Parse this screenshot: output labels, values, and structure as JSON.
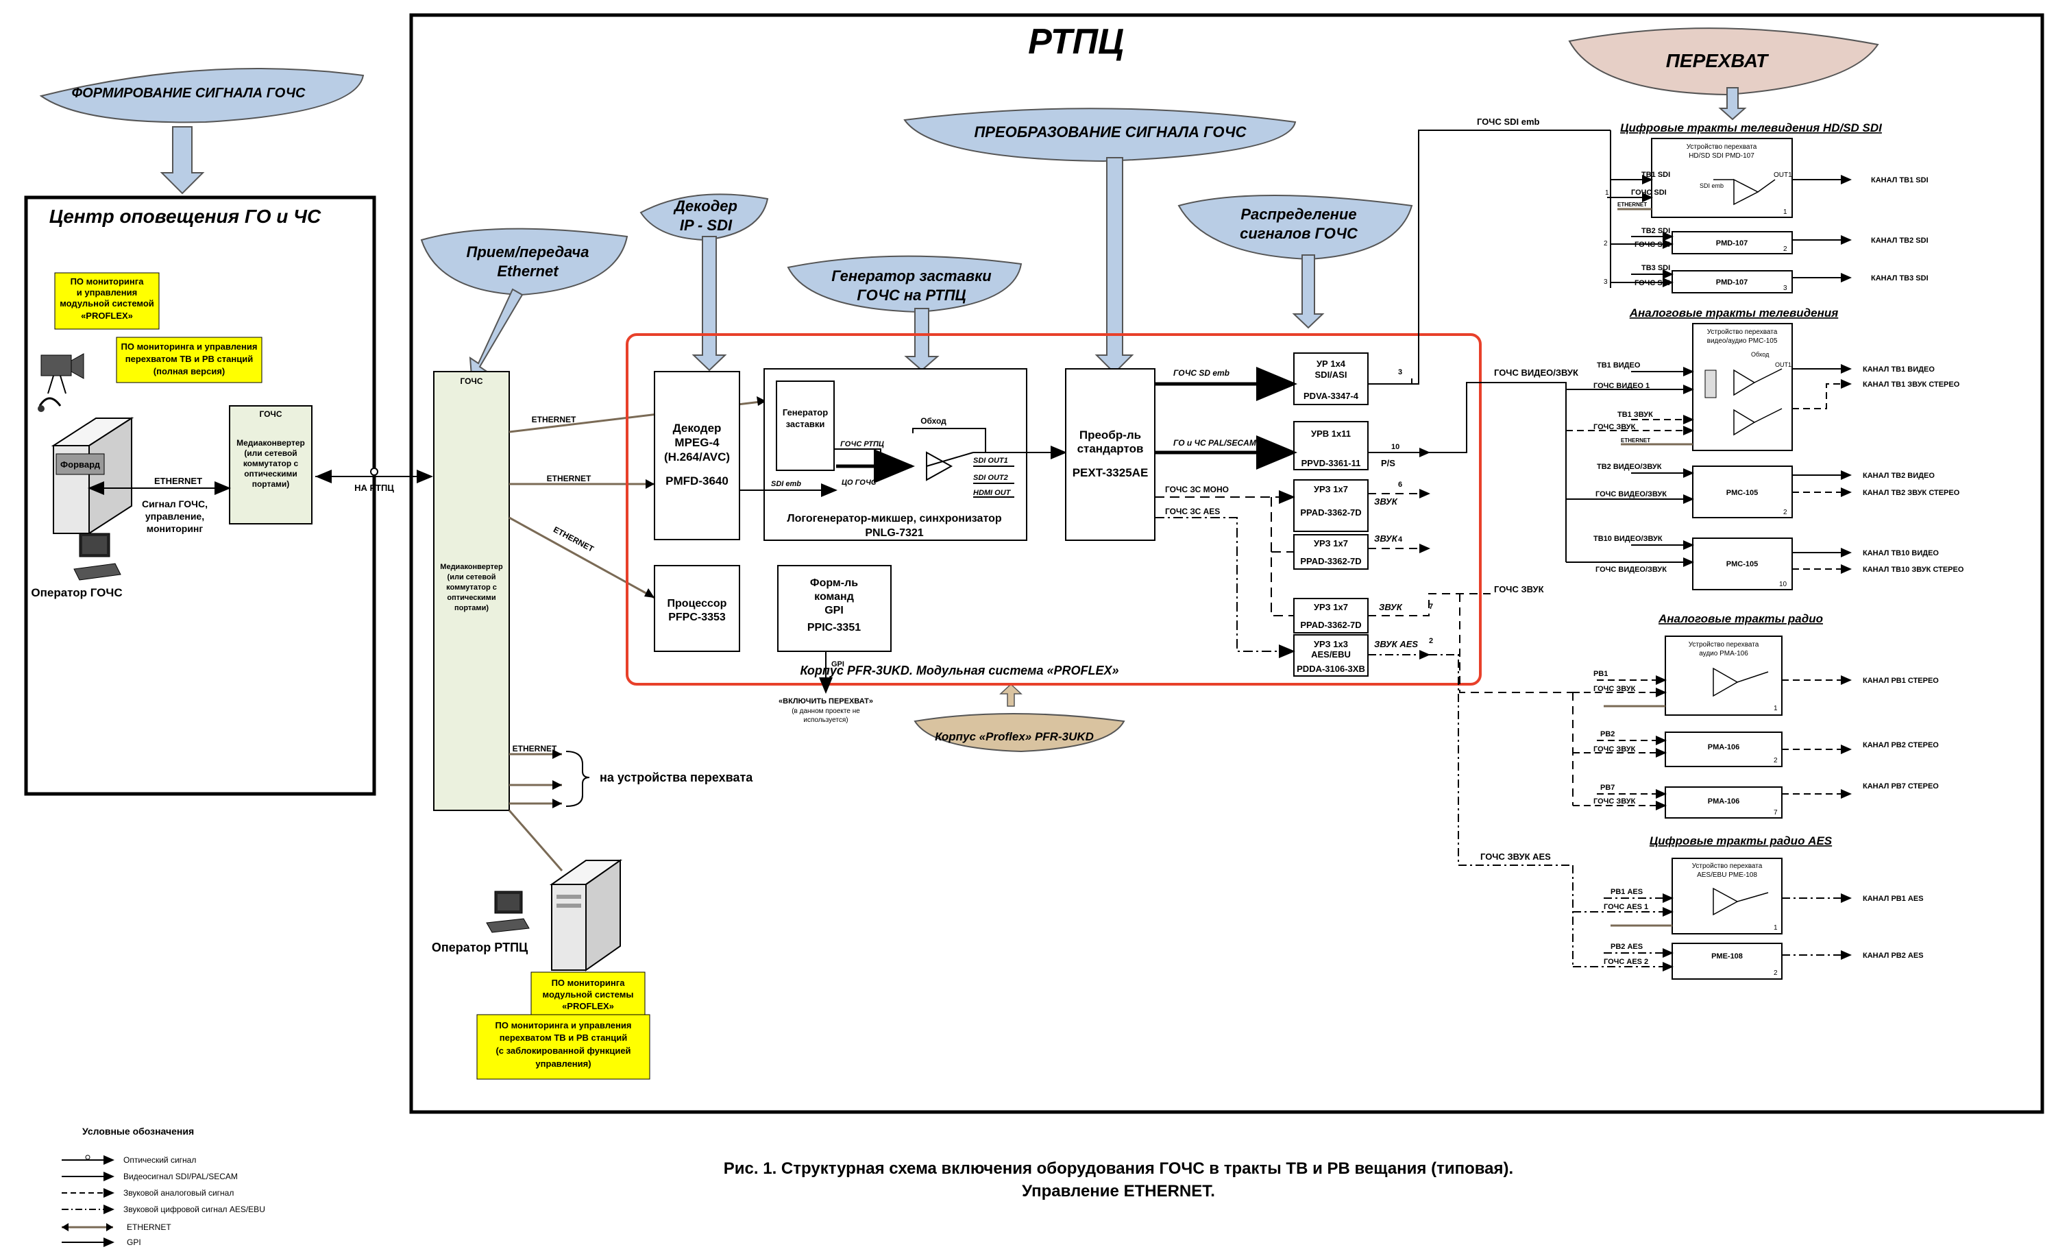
{
  "frames": {
    "rtpc_title": "РТПЦ",
    "center_title": "Центр оповещения ГО и ЧС"
  },
  "clouds": {
    "form_signal": "ФОРМИРОВАНИЕ СИГНАЛА ГОЧС",
    "perehvat": "ПЕРЕХВАТ",
    "preobr_signal": "ПРЕОБРАЗОВАНИЕ СИГНАЛА ГОЧС",
    "dekoder_l1": "Декодер",
    "dekoder_l2": "IP - SDI",
    "priem_l1": "Прием/передача",
    "priem_l2": "Ethernet",
    "generator_l1": "Генератор заставки",
    "generator_l2": "ГОЧС на РТПЦ",
    "raspred_l1": "Распределение",
    "raspred_l2": "сигналов ГОЧС",
    "korpus": "Корпус «Proflex» PFR-3UKD"
  },
  "center": {
    "po_mon_l1": "ПО мониторинга",
    "po_mon_l2": "и управления",
    "po_mon_l3": "модульной системой",
    "po_mon_l4": "«PROFLEX»",
    "po_upr_l1": "ПО  мониторинга и управления",
    "po_upr_l2": "перехватом ТВ и РВ станций",
    "po_upr_l3": "(полная версия)",
    "gochs_label": "ГОЧС",
    "media_l1": "Медиаконвертер",
    "media_l2": "(или сетевой",
    "media_l3": "коммутатор с",
    "media_l4": "оптическими",
    "media_l5": "портами)",
    "forward": "Форвард",
    "ethernet": "ETHERNET",
    "signal_l1": "Сигнал ГОЧС,",
    "signal_l2": "управление,",
    "signal_l3": "мониторинг",
    "operator": "Оператор ГОЧС",
    "na_rtpc": "НА РТПЦ"
  },
  "rtpc": {
    "gochs_label": "ГОЧС",
    "media_l1": "Медиаконвертер",
    "media_l2": "(или сетевой",
    "media_l3": "коммутатор с",
    "media_l4": "оптическими",
    "media_l5": "портами)",
    "eth1": "ETHERNET",
    "eth2": "ETHERNET",
    "eth3": "ETHERNET",
    "eth4": "ETHERNET",
    "na_ustr": "на устройства перехвата",
    "operator": "Оператор РТПЦ",
    "po_mon_l1": "ПО мониторинга",
    "po_mon_l2": "модульной системы",
    "po_mon_l3": "«PROFLEX»",
    "po_upr_l1": "ПО   мониторинга и управления",
    "po_upr_l2": "перехватом ТВ и РВ станций",
    "po_upr_l3": "(с заблокированной функцией",
    "po_upr_l4": "управления)"
  },
  "proflex": {
    "dekoder_l1": "Декодер",
    "dekoder_l2": "MPEG-4",
    "dekoder_l3": "(H.264/AVC)",
    "dekoder_l4": "PMFD-3640",
    "gen_l1": "Генератор",
    "gen_l2": "заставки",
    "obhod": "Обход",
    "gochs_rtpc": "ГОЧС  РТПЦ",
    "sdi_out1": "SDI OUT1",
    "sdi_out2": "SDI OUT2",
    "hdmi_out": "HDMI OUT",
    "sdi_emb": "SDI emb",
    "co_gochs": "ЦО ГОЧС",
    "logo_l1": "Логогенератор-микшер, синхронизатор",
    "logo_l2": "PNLG-7321",
    "preobr_l1": "Преобр-ль",
    "preobr_l2": "стандартов",
    "preobr_l3": "PEXT-3325AE",
    "proc_l1": "Процессор",
    "proc_l2": "PFPC-3353",
    "gpi_l1": "Форм-ль",
    "gpi_l2": "команд",
    "gpi_l3": "GPI",
    "gpi_l4": "PPIC-3351",
    "gpi": "GPI",
    "vkl_l1": "«ВКЛЮЧИТЬ ПЕРЕХВАТ»",
    "vkl_l2": "(в данном проекте не",
    "vkl_l3": "используется)",
    "korpus_caption": "Корпус PFR-3UKD. Модульная система «PROFLEX»",
    "gochs_sd_emb": "ГОЧС  SD emb",
    "go_chs_pal": "ГО и ЧС  PAL/SECAM",
    "gochs_zs_mono": "ГОЧС   ЗС МОНО",
    "gochs_zs_aes": "ГОЧС   ЗС AES",
    "ur_l1": "УР 1x4",
    "ur_l2": "SDI/ASI",
    "ur_l3": "PDVA-3347-4",
    "urv_l1": "УРВ 1x11",
    "urv_l2": "PPVD-3361-11",
    "urz1_l1": "УРЗ 1x7",
    "urz1_l2": "PPAD-3362-7D",
    "urz2_l1": "УРЗ 1x7",
    "urz2_l2": "PPAD-3362-7D",
    "urz3_l1": "УРЗ 1x7",
    "urz3_l2": "PPAD-3362-7D",
    "urz_aes_l1": "УРЗ 1x3",
    "urz_aes_l2": "AES/EBU",
    "urz_aes_l3": "PDDA-3106-3XB",
    "n3": "3",
    "ps": "P/S",
    "n10": "10",
    "zvuk1": "ЗВУК",
    "n6": "6",
    "zvuk2": "ЗВУК",
    "n4": "4",
    "zvuk3": "ЗВУК",
    "n7": "7",
    "zvuk_aes": "ЗВУК AES",
    "n2": "2"
  },
  "perehvat": {
    "gochs_sdi_emb": "ГОЧС SDI emb",
    "gochs_video_zvuk": "ГОЧС ВИДЕО/ЗВУК",
    "gochs_zvuk": "ГОЧС  ЗВУК",
    "gochs_zvuk_aes": "ГОЧС  ЗВУК AES",
    "hd_title": "Цифровые тракты телевидения HD/SD SDI",
    "hd_dev_l1": "Устройство перехвата",
    "hd_dev_l2": "HD/SD SDI  PMD-107",
    "tv1_sdi": "ТВ1 SDI",
    "gochs_sdi": "ГОЧС SDI",
    "sdi_emb_small": "SDI emb",
    "out1": "OUT1",
    "ethernet_small": "ETHERNET",
    "n1": "1",
    "kanal_tv1_sdi": "КАНАЛ ТВ1 SDI",
    "tv2_sdi": "ТВ2 SDI",
    "gochs_sdi2": "ГОЧС SDI",
    "pmd107_2": "PMD-107",
    "n2": "2",
    "kanal_tv2_sdi": "КАНАЛ ТВ2 SDI",
    "tv3_sdi": "ТВ3 SDI",
    "gochs_sdi3": "ГОЧС SDI",
    "pmd107_3": "PMD-107",
    "n3": "3",
    "kanal_tv3_sdi": "КАНАЛ ТВ3 SDI",
    "analog_tv_title": "Аналоговые тракты телевидения",
    "pmc_dev_l1": "Устройство перехвата",
    "pmc_dev_l2": "видео/аудио  PMC-105",
    "obhod": "Обход",
    "out1b": "OUT1",
    "tv1_video": "ТВ1 ВИДЕО",
    "gochs_video1": "ГОЧС ВИДЕО 1",
    "tv1_zvuk": "ТВ1 ЗВУК",
    "gochs_zvuk1": "ГОЧС ЗВУК",
    "ethernet_small2": "ETHERNET",
    "kanal_tv1_video": "КАНАЛ ТВ1 ВИДЕО",
    "kanal_tv1_zvuk": "КАНАЛ ТВ1 ЗВУК СТЕРЕО",
    "tv2_videozvuk": "ТВ2 ВИДЕО/ЗВУК",
    "gochs_videozvuk2": "ГОЧС ВИДЕО/ЗВУК",
    "pmc105_2": "PMC-105",
    "n2b": "2",
    "kanal_tv2_video": "КАНАЛ ТВ2 ВИДЕО",
    "kanal_tv2_zvuk": "КАНАЛ ТВ2 ЗВУК СТЕРЕО",
    "tv10_videozvuk": "ТВ10 ВИДЕО/ЗВУК",
    "gochs_videozvuk10": "ГОЧС ВИДЕО/ЗВУК",
    "pmc105_10": "PMC-105",
    "n10": "10",
    "kanal_tv10_video": "КАНАЛ ТВ10 ВИДЕО",
    "kanal_tv10_zvuk": "КАНАЛ ТВ10 ЗВУК СТЕРЕО",
    "analog_radio_title": "Аналоговые тракты радио",
    "pma_dev_l1": "Устройство перехвата",
    "pma_dev_l2": "аудио PMA-106",
    "rv1": "РВ1",
    "gochs_zvuk_r1": "ГОЧС  ЗВУК",
    "kanal_rv1": "КАНАЛ РВ1  СТЕРЕО",
    "rv2": "РВ2",
    "gochs_zvuk_r2": "ГОЧС  ЗВУК",
    "pma106_2": "PMA-106",
    "kanal_rv2": "КАНАЛ РВ2  СТЕРЕО",
    "rv7": "РВ7",
    "gochs_zvuk_r7": "ГОЧС  ЗВУК",
    "pma106_7": "PMA-106",
    "n7": "7",
    "kanal_rv7": "КАНАЛ РВ7  СТЕРЕО",
    "digital_radio_title": "Цифровые тракты радио AES",
    "pme_dev_l1": "Устройство перехвата",
    "pme_dev_l2": "AES/EBU PME-108",
    "rv1_aes": "РВ1  AES",
    "gochs_aes1": "ГОЧС AES 1",
    "kanal_rv1_aes": "КАНАЛ РВ1 AES",
    "rv2_aes": "РВ2 AES",
    "gochs_aes2": "ГОЧС AES 2",
    "pme108_2": "PME-108",
    "kanal_rv2_aes": "КАНАЛ РВ2 AES"
  },
  "legend": {
    "title": "Условные обозначения",
    "l1": "Оптический сигнал",
    "l2": "Видеосигнал SDI/PAL/SECAM",
    "l3": "Звуковой аналоговый сигнал",
    "l4": "Звуковой цифровой сигнал AES/EBU",
    "l5": "ETHERNET",
    "l6": "GPI"
  },
  "caption": {
    "line1": "Рис. 1. Структурная схема включения оборудования ГОЧС в  тракты ТВ и РВ вещания (типовая).",
    "line2": "Управление ETHERNET."
  },
  "colors": {
    "cloud": "#b9cde5",
    "cloud_pink": "#e6cfc6",
    "cloud_tan": "#d9c3a0",
    "media_fill": "#ebf1de",
    "yellow": "#ffff00",
    "proflex_border": "#e8402a"
  }
}
